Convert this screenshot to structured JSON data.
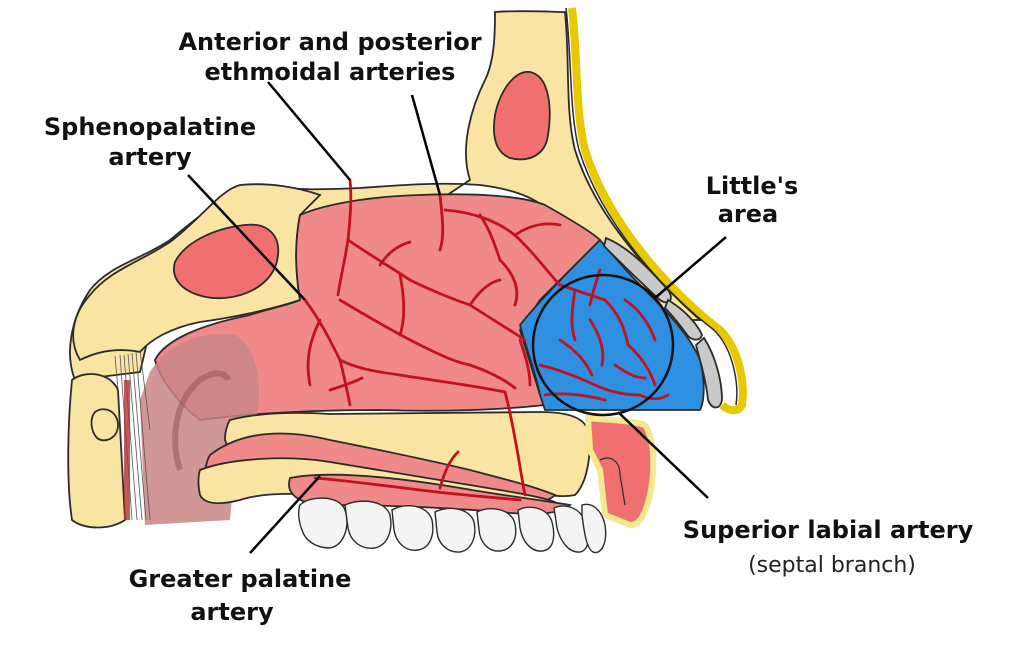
{
  "labels": {
    "ethmoidal_line1": "Anterior and posterior",
    "ethmoidal_line2": "ethmoidal arteries",
    "sphenopalatine_line1": "Sphenopalatine",
    "sphenopalatine_line2": "artery",
    "littles_line1": "Little's",
    "littles_line2": "area",
    "superior_labial": "Superior labial artery",
    "superior_labial_sub": "(septal branch)",
    "greater_palatine_line1": "Greater palatine",
    "greater_palatine_line2": "artery"
  },
  "colors": {
    "bone": "#f9e4a3",
    "septum": "#f08a8a",
    "sinus": "#f07070",
    "littles_area": "#2f8fe0",
    "artery": "#c1121f",
    "skin_edge": "#e8c800",
    "teeth": "#f4f4f4",
    "cartilage": "#c9c9c9"
  }
}
